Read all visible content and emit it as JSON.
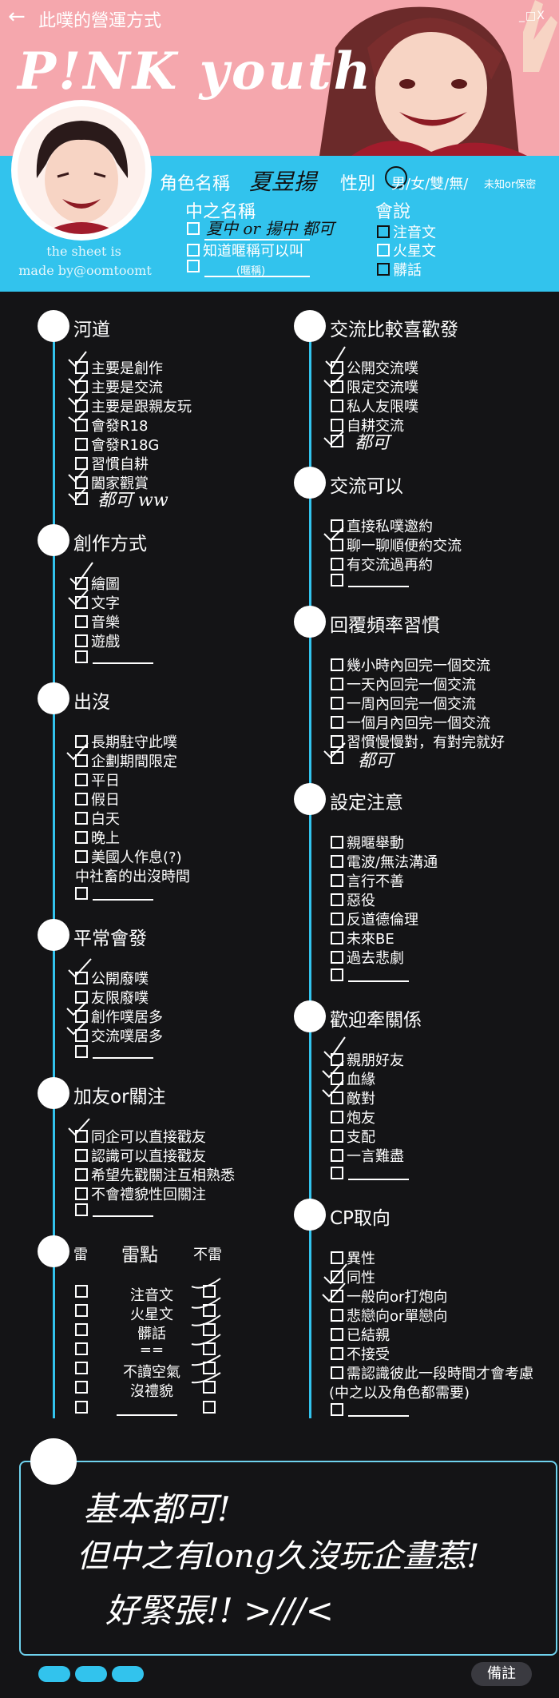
{
  "window": {
    "title": "此噗的營運方式",
    "back_icon": "←",
    "controls": "_□X"
  },
  "header": {
    "logo_text": "P!NK youth",
    "credit_line1": "the sheet is",
    "credit_line2": "made by@oomtoomt"
  },
  "profile": {
    "name_label": "角色名稱",
    "name_value": "夏昱揚",
    "gender_label": "性別",
    "gender_options": "男/女/雙/無/",
    "gender_extra": "未知or保密",
    "nickname_label": "中之名稱",
    "nickname_value": "夏中 or 揚中 都可",
    "nickname_opt2": "知道暱稱可以叫",
    "nickname_opt3": "(暱稱)",
    "lang_label": "會說",
    "lang_opts": [
      "注音文",
      "火星文",
      "髒話"
    ]
  },
  "sections": {
    "river": {
      "title": "河道",
      "items": [
        "主要是創作",
        "主要是交流",
        "主要是跟親友玩",
        "會發R18",
        "會發R18G",
        "習慣自耕",
        "闔家觀賞"
      ],
      "note": "都可 ww"
    },
    "create": {
      "title": "創作方式",
      "items": [
        "繪圖",
        "文字",
        "音樂",
        "遊戲"
      ]
    },
    "appear": {
      "title": "出沒",
      "items": [
        "長期駐守此噗",
        "企劃期間限定",
        "平日",
        "假日",
        "白天",
        "晚上",
        "美國人作息(?)",
        "中社畜的出沒時間"
      ]
    },
    "usual": {
      "title": "平常會發",
      "items": [
        "公開廢噗",
        "友限廢噗",
        "創作噗居多",
        "交流噗居多"
      ]
    },
    "friend": {
      "title": "加友or關注",
      "items": [
        "同企可以直接戳友",
        "認識可以直接戳友",
        "希望先戳關注互相熟悉",
        "不會禮貌性回關注"
      ]
    },
    "thunder": {
      "title": "雷點",
      "col_left": "雷",
      "col_right": "不雷",
      "items": [
        "注音文",
        "火星文",
        "髒話",
        "==",
        "不讀空氣",
        "沒禮貌"
      ]
    },
    "exchange": {
      "title": "交流比較喜歡發",
      "items": [
        "公開交流噗",
        "限定交流噗",
        "私人友限噗",
        "自耕交流"
      ],
      "note": "都可"
    },
    "exchange_ok": {
      "title": "交流可以",
      "items": [
        "直接私噗邀約",
        "聊一聊順便約交流",
        "有交流過再約"
      ]
    },
    "reply": {
      "title": "回覆頻率習慣",
      "items": [
        "幾小時內回完一個交流",
        "一天內回完一個交流",
        "一周內回完一個交流",
        "一個月內回完一個交流",
        "習慣慢慢對，有對完就好"
      ],
      "note": "都可"
    },
    "setting": {
      "title": "設定注意",
      "items": [
        "親暱舉動",
        "電波/無法溝通",
        "言行不善",
        "惡役",
        "反道德倫理",
        "未來BE",
        "過去悲劇"
      ]
    },
    "relation": {
      "title": "歡迎牽關係",
      "items": [
        "親朋好友",
        "血緣",
        "敵對",
        "炮友",
        "支配",
        "一言難盡"
      ]
    },
    "cp": {
      "title": "CP取向",
      "items": [
        "異性",
        "同性",
        "一般向or打炮向",
        "悲戀向or單戀向",
        "已結親",
        "不接受",
        "需認識彼此一段時間才會考慮",
        "(中之以及角色都需要)"
      ]
    }
  },
  "notes": {
    "line1": "基本都可!",
    "line2": "但中之有long久沒玩企畫惹!",
    "line3": "好緊張!! >///<",
    "remark_button": "備註"
  },
  "colors": {
    "header_pink": "#f5a7ad",
    "accent_cyan": "#32c3ed",
    "background": "#141416"
  }
}
